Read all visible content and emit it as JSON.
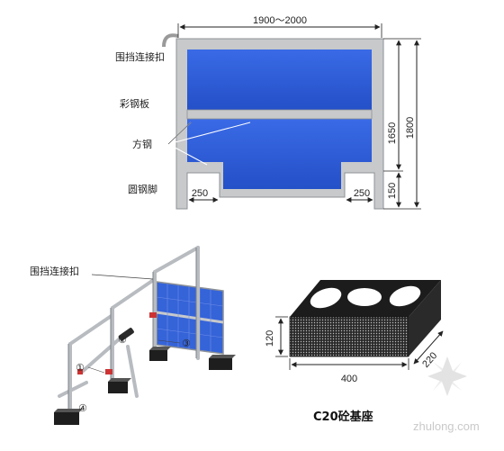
{
  "top_elevation": {
    "width_dim": "1900～2000",
    "labels": {
      "clip": "围挡连接扣",
      "panel": "彩钢板",
      "tube": "方钢",
      "foot": "圆钢脚"
    },
    "dims": {
      "height_inner": "1650",
      "height_total": "1800",
      "foot_height": "150",
      "foot_left": "250",
      "foot_right": "250"
    }
  },
  "perspective": {
    "clip_label": "围挡连接扣",
    "callouts": [
      "①",
      "②",
      "③",
      "④"
    ]
  },
  "base_block": {
    "title": "C20砼基座",
    "dims": {
      "height": "120",
      "length": "400",
      "depth": "220"
    }
  },
  "watermark": "zhulong.com",
  "colors": {
    "panel_blue": "#2f5fdc",
    "frame_grey": "#c7c9cb",
    "frame_edge": "#8e9296",
    "block_dark": "#1c1c1c"
  }
}
